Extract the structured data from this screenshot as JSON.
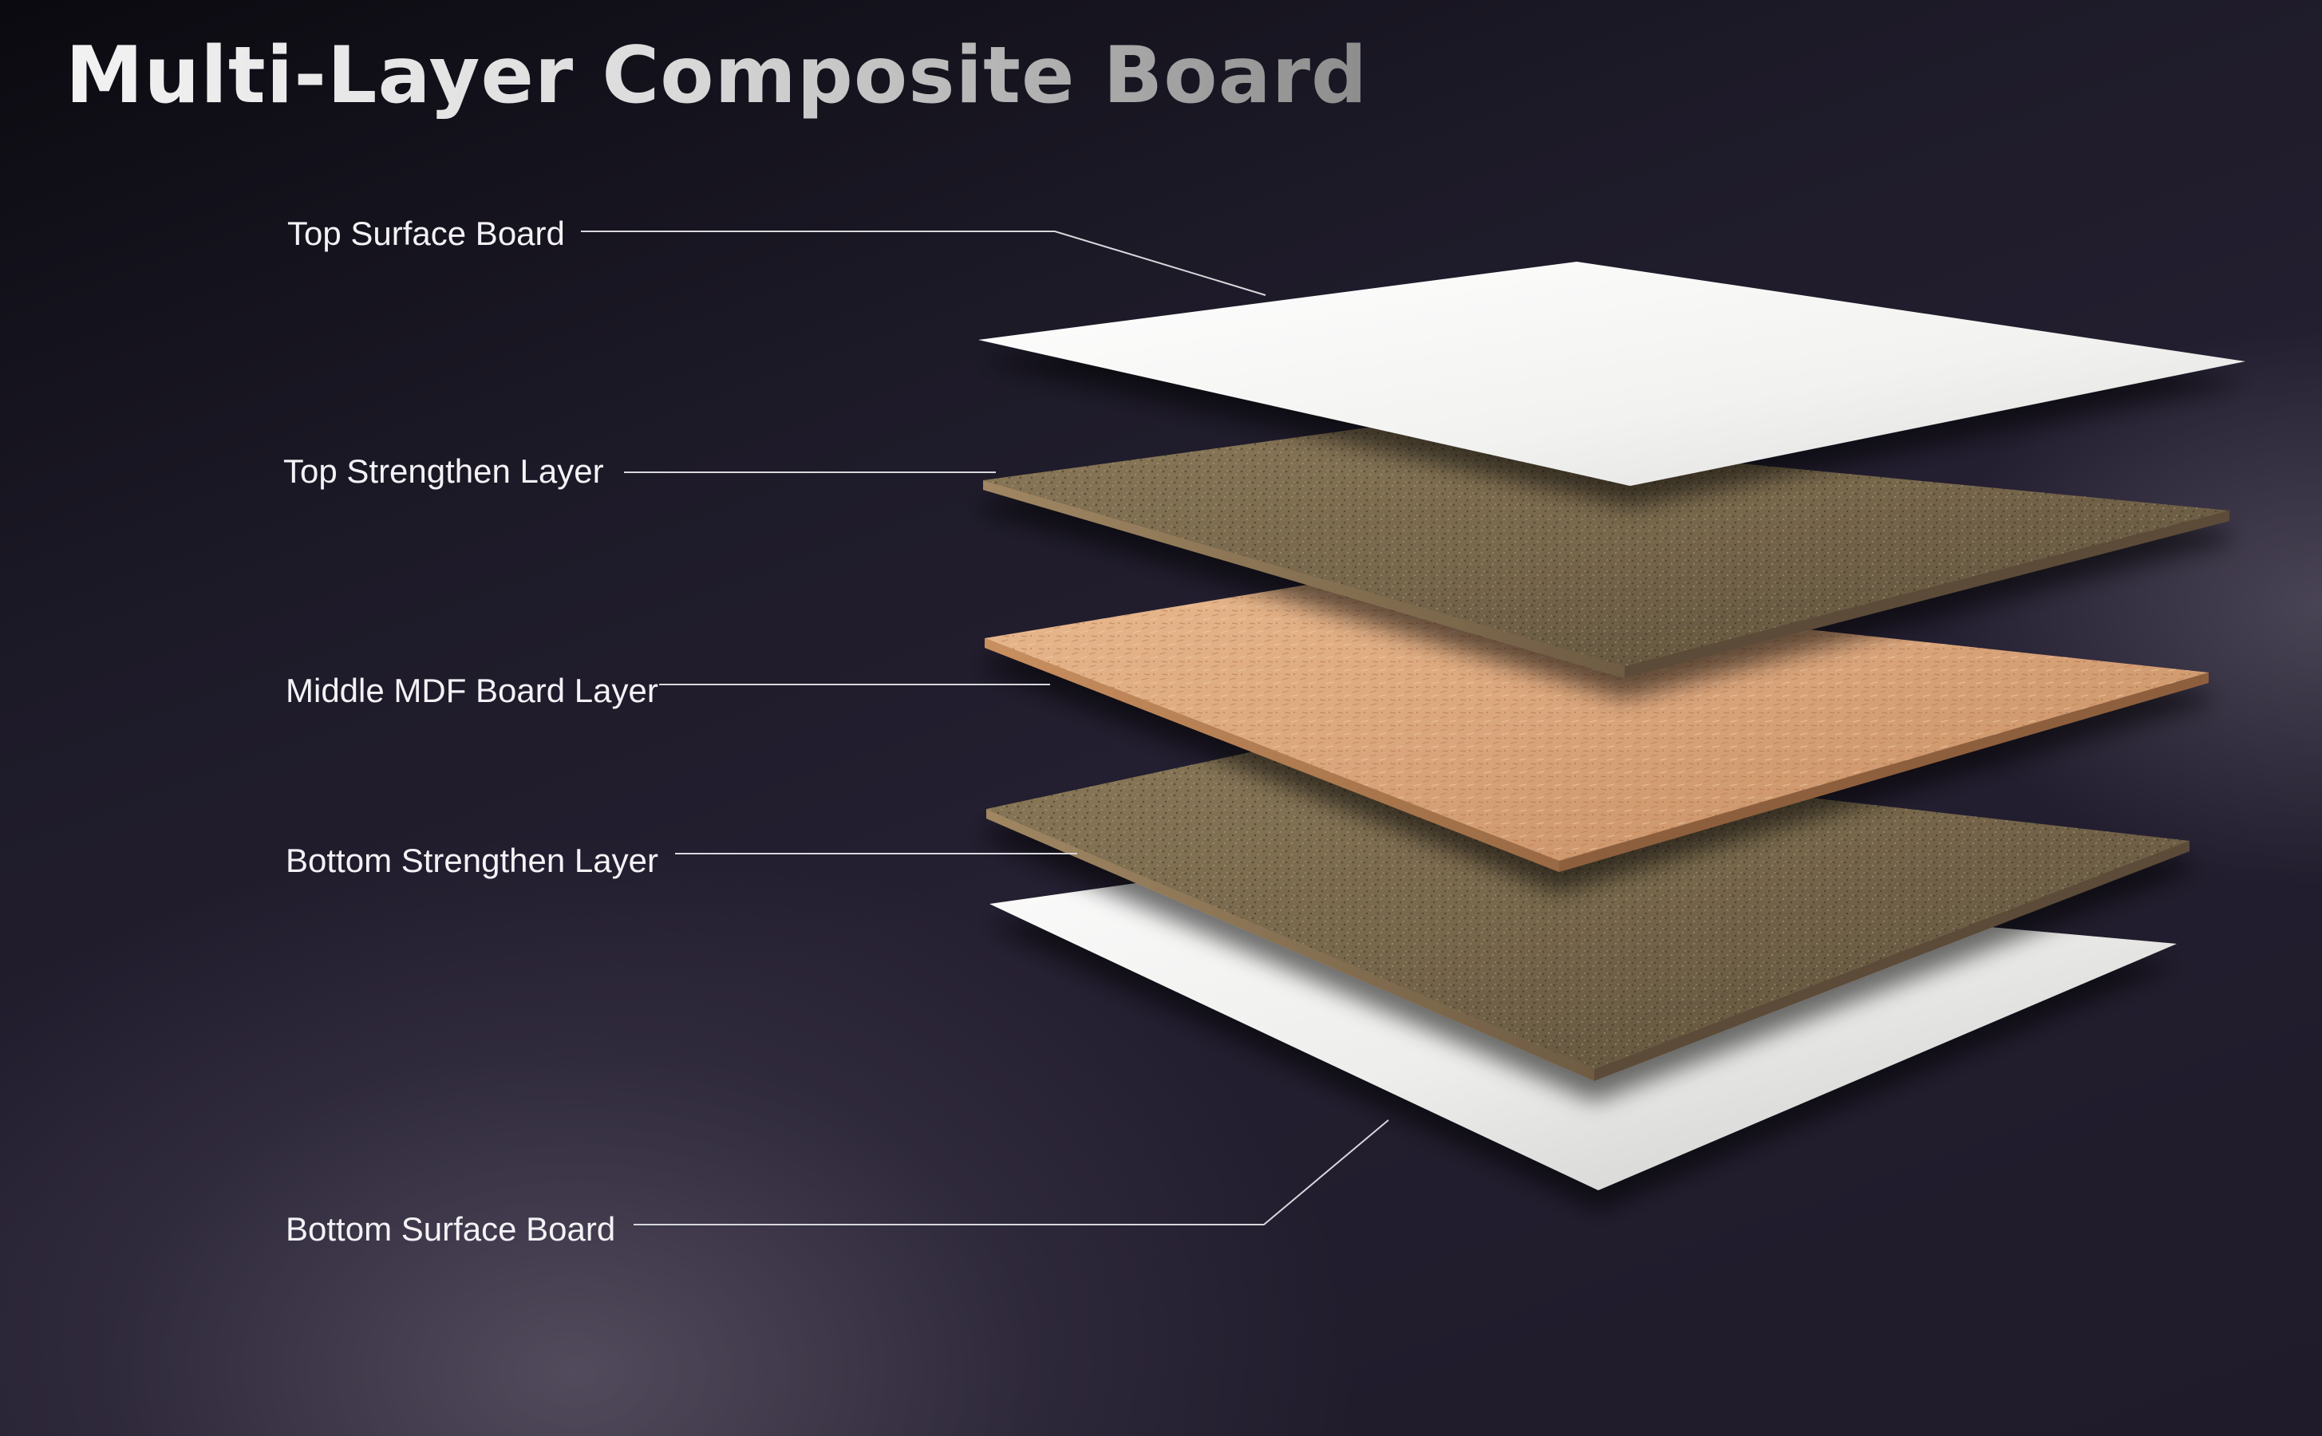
{
  "title": "Multi-Layer Composite Board",
  "layers": [
    {
      "label": "Top Surface Board"
    },
    {
      "label": "Top Strengthen Layer"
    },
    {
      "label": "Middle MDF Board Layer"
    },
    {
      "label": "Bottom Strengthen Layer"
    },
    {
      "label": "Bottom Surface Board"
    }
  ],
  "colors": {
    "surface_board": "#f3f3f1",
    "strengthen_layer": "#7a6a50",
    "mdf_layer": "#d9a57c",
    "leader_line": "#d8d8dc",
    "label_text": "#f4f2f6"
  }
}
